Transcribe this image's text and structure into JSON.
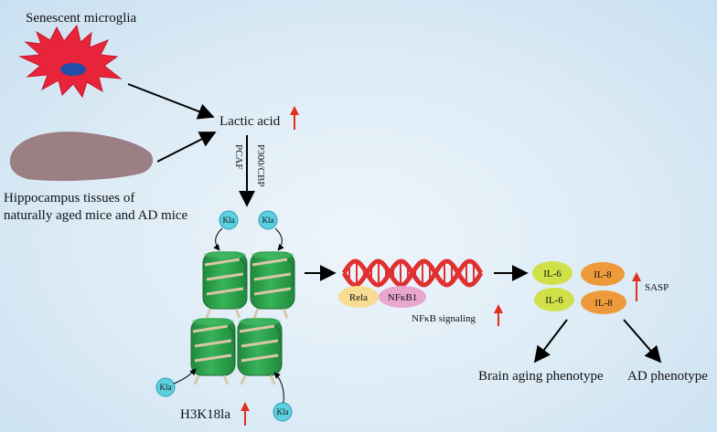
{
  "labels": {
    "senescent_microglia": "Senescent microglia",
    "lactic_acid": "Lactic acid",
    "hippocampus_line1": "Hippocampus tissues of",
    "hippocampus_line2": "naturally aged mice and AD mice",
    "p300_cbp": "P300/CBP",
    "pcaf": "PCAF",
    "kla": "Kla",
    "h3k18la": "H3K18la",
    "rela": "Rela",
    "nfkb1": "NFκB1",
    "nfkb_signaling": "NFκB signaling",
    "il6": "IL-6",
    "il8": "IL-8",
    "sasp": "SASP",
    "brain_aging": "Brain aging phenotype",
    "ad_phenotype": "AD phenotype"
  },
  "colors": {
    "microglia": "#e8243a",
    "nucleus": "#1f4fa8",
    "tissue": "#9c7f84",
    "nucleosome": "#2ca14b",
    "dna": "#e03030",
    "kla_bubble": "#5ccfe0",
    "rela": "#f7dc92",
    "nfkb1": "#e9a6cf",
    "il6": "#cfe048",
    "il8": "#ef9a3a",
    "up_arrow": "#e0301e"
  }
}
